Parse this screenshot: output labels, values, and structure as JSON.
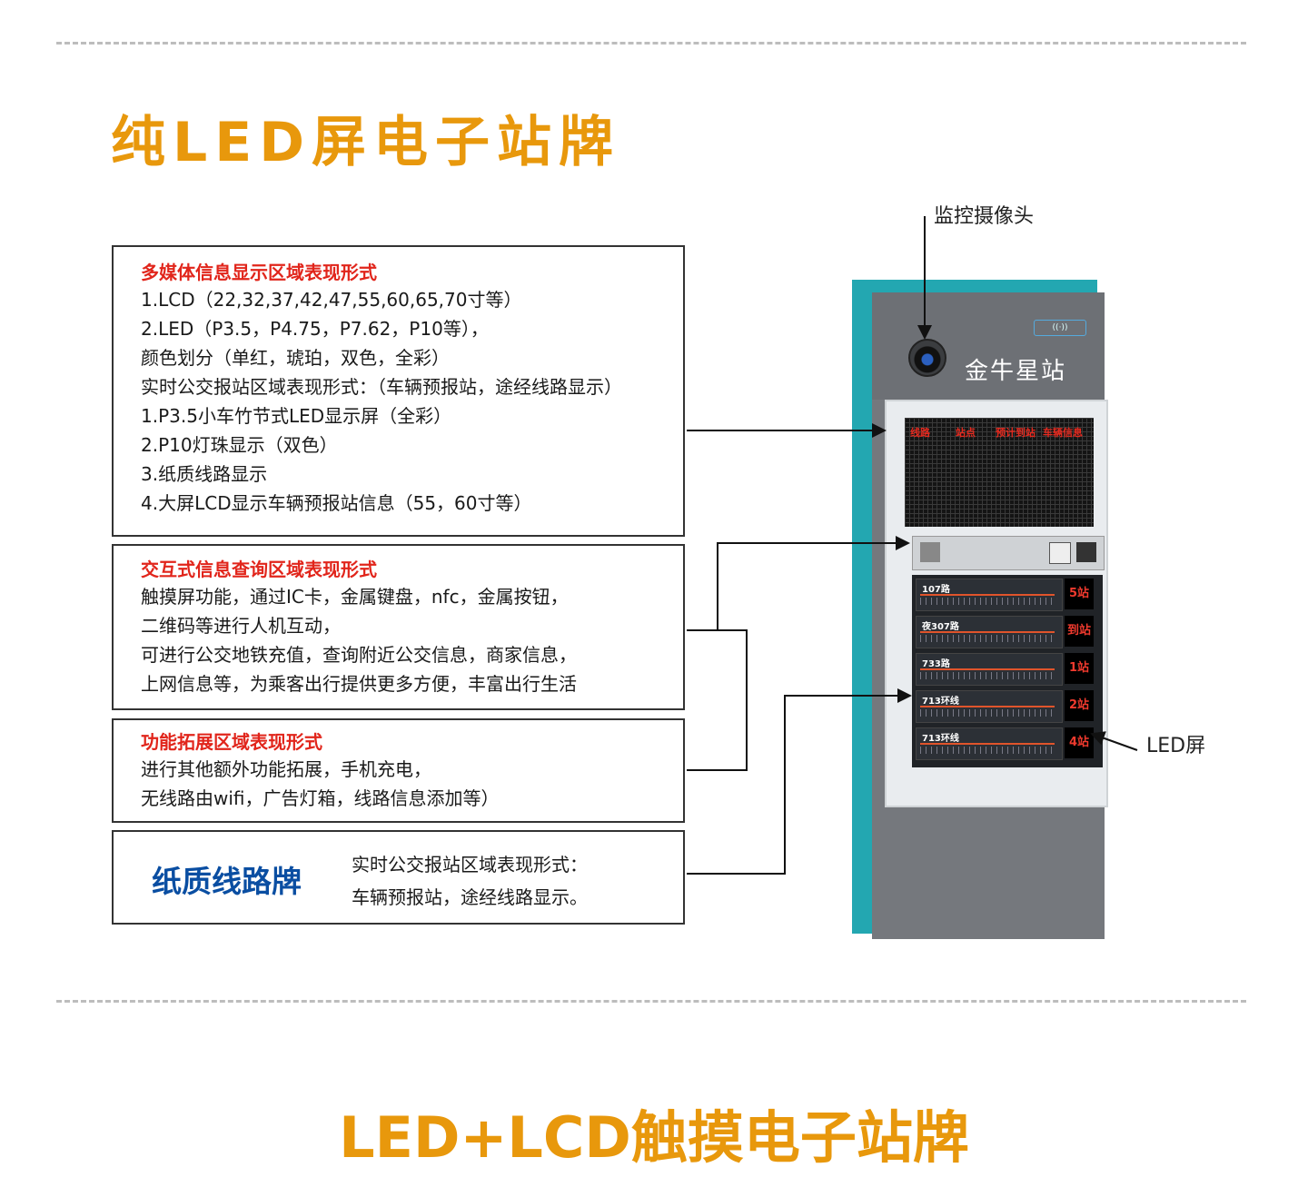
{
  "title_top": "纯LED屏电子站牌",
  "title_bottom": "LED+LCD触摸电子站牌",
  "camera_label": "监控摄像头",
  "led_label": "LED屏",
  "kiosk": {
    "station_name": "金牛星站",
    "nfc_badge": "((·))",
    "led_texts": [
      "线路",
      "站点",
      "预计到站",
      "车辆信息"
    ],
    "routes": [
      {
        "name": "107路",
        "status": "5站"
      },
      {
        "name": "夜307路",
        "status": "到站"
      },
      {
        "name": "733路",
        "status": "1站"
      },
      {
        "name": "713环线",
        "status": "2站"
      },
      {
        "name": "713环线",
        "status": "4站"
      }
    ]
  },
  "box_multimedia": {
    "heading": "多媒体信息显示区域表现形式",
    "lines": [
      "1.LCD（22,32,37,42,47,55,60,65,70寸等）",
      "2.LED（P3.5，P4.75，P7.62，P10等），",
      "颜色划分（单红，琥珀，双色，全彩）",
      "实时公交报站区域表现形式：（车辆预报站，途经线路显示）",
      "1.P3.5小车竹节式LED显示屏（全彩）",
      "2.P10灯珠显示（双色）",
      "3.纸质线路显示",
      "4.大屏LCD显示车辆预报站信息（55，60寸等）"
    ]
  },
  "box_interactive": {
    "heading": "交互式信息查询区域表现形式",
    "lines": [
      "触摸屏功能，通过IC卡，金属键盘，nfc，金属按钮，",
      "二维码等进行人机互动，",
      "可进行公交地铁充值，查询附近公交信息，商家信息，",
      "上网信息等，为乘客出行提供更多方便，丰富出行生活"
    ]
  },
  "box_extension": {
    "heading": "功能拓展区域表现形式",
    "lines": [
      "进行其他额外功能拓展，手机充电，",
      "无线路由wifi，广告灯箱，线路信息添加等）"
    ]
  },
  "box_paper": {
    "title": "纸质线路牌",
    "desc_lines": [
      "实时公交报站区域表现形式：",
      "车辆预报站，途经线路显示。"
    ]
  },
  "colors": {
    "accent": "#e8980c",
    "heading_red": "#e1251b",
    "paper_blue": "#0a4ea2",
    "kiosk_teal": "#23a7b1"
  }
}
